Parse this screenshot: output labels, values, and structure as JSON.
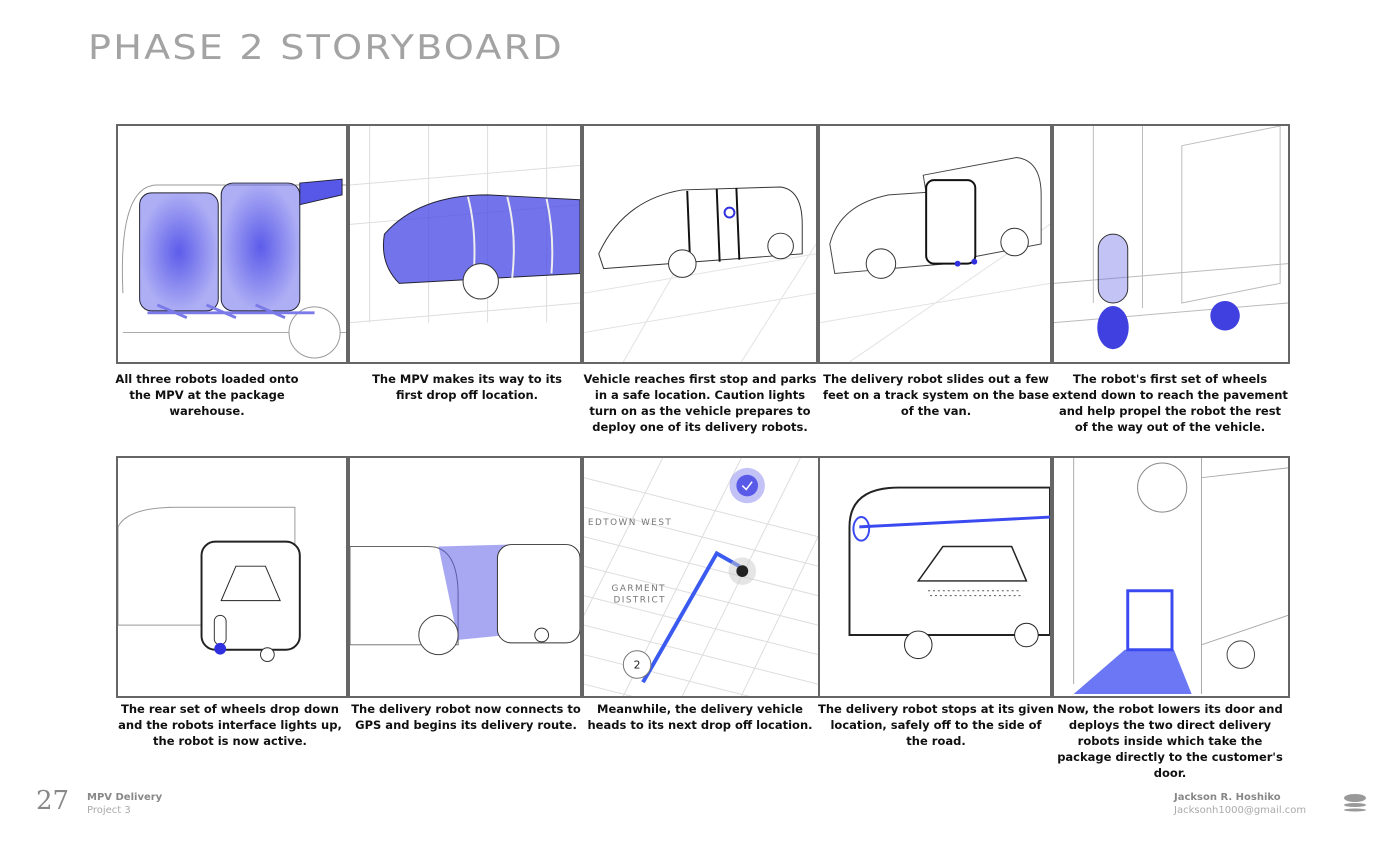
{
  "title": "PHASE 2 STORYBOARD",
  "accent_color": "#4a4ae8",
  "panels": [
    {
      "caption": "All three robots loaded onto the MPV at the package warehouse."
    },
    {
      "caption": "The MPV makes its way to its first drop off location."
    },
    {
      "caption": "Vehicle reaches first stop and parks in a safe location. Caution lights turn on as the vehicle prepares to deploy one of its delivery robots."
    },
    {
      "caption": "The delivery robot slides out a few feet on a track system on the base of the van."
    },
    {
      "caption": "The robot's first set of wheels extend down to reach the pavement and help propel the robot the rest of the way out of the vehicle."
    },
    {
      "caption": "The rear set of wheels drop down and the robots interface lights up, the robot is now active."
    },
    {
      "caption": "The delivery robot now connects to GPS and begins its delivery route."
    },
    {
      "caption": "Meanwhile, the delivery vehicle heads to its next drop off location."
    },
    {
      "caption": "The delivery robot stops at its given location, safely off to the side of the road."
    },
    {
      "caption": "Now, the robot lowers its door and deploys the two direct delivery robots inside which take the package directly to the customer's door."
    }
  ],
  "map": {
    "area1": "EDTOWN WEST",
    "area2": "GARMENT",
    "area2b": "DISTRICT",
    "stop_number": "2"
  },
  "footer": {
    "page_number": "27",
    "project_title": "MPV Delivery",
    "project_sub": "Project 3",
    "author": "Jackson R. Hoshiko",
    "email": "Jacksonh1000@gmail.com"
  }
}
